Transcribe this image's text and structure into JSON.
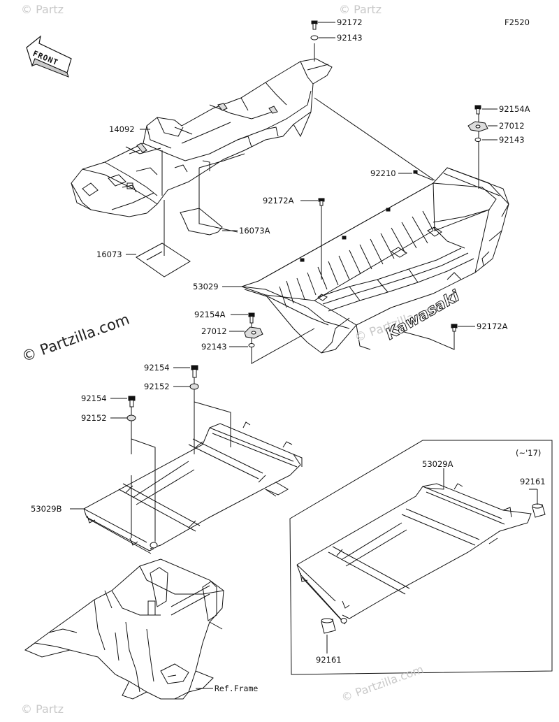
{
  "figure_code": "F2520",
  "front_label": "FRONT",
  "variant_note": "(~'17)",
  "watermark_text": "© Partzilla.com",
  "watermark_corner": "© Partz",
  "ref_frame_label": "Ref.Frame",
  "parts": {
    "p92172": "92172",
    "p92143_top": "92143",
    "p14092": "14092",
    "p16073A": "16073A",
    "p16073": "16073",
    "p92154A_right": "92154A",
    "p27012_right": "27012",
    "p92143_right": "92143",
    "p92210": "92210",
    "p92172A_left": "92172A",
    "p53029": "53029",
    "p92154A_left": "92154A",
    "p27012_left": "27012",
    "p92143_left": "92143",
    "p92172A_right": "92172A",
    "p92154_a": "92154",
    "p92152_a": "92152",
    "p92154_b": "92154",
    "p92152_b": "92152",
    "p53029B": "53029B",
    "p53029A": "53029A",
    "p92161_right": "92161",
    "p92161_left": "92161"
  },
  "bed_brand": "Kawasaki",
  "colors": {
    "line": "#111111",
    "watermark": "#c9c9c9",
    "fill": "#ffffff",
    "shade": "#e6e6e6"
  }
}
